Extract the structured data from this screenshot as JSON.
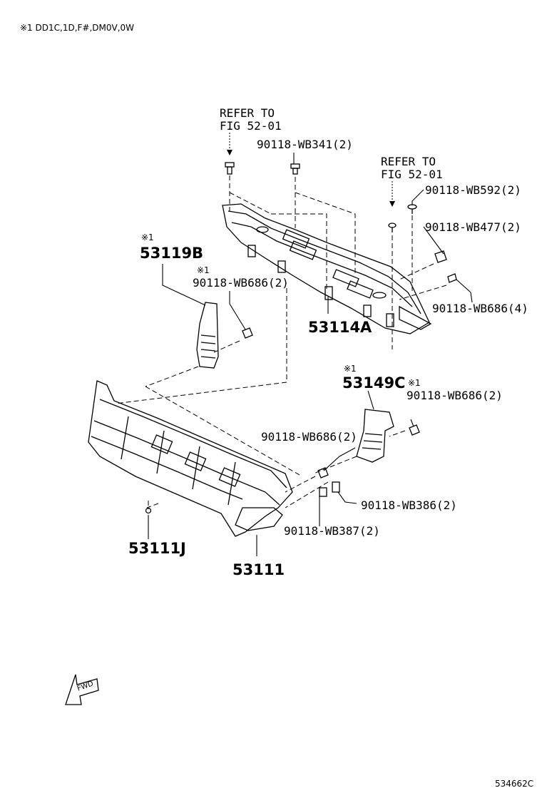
{
  "header_note": "※1 DD1C,1D,F#,DM0V,0W",
  "footer_code": "534662C",
  "fwd_label": "FWD",
  "note_mark": "※1",
  "labels": {
    "refer_left_1": "REFER TO",
    "refer_left_2": "FIG 52-01",
    "refer_right_1": "REFER TO",
    "refer_right_2": "FIG 52-01",
    "wb341": "90118-WB341(2)",
    "wb592": "90118-WB592(2)",
    "wb477": "90118-WB477(2)",
    "wb686_4": "90118-WB686(4)",
    "wb686_left": "90118-WB686(2)",
    "wb686_right": "90118-WB686(2)",
    "wb686_mid": "90118-WB686(2)",
    "wb386": "90118-WB386(2)",
    "wb387": "90118-WB387(2)"
  },
  "parts": {
    "p53119b": "53119B",
    "p53114a": "53114A",
    "p53149c": "53149C",
    "p53111j": "53111J",
    "p53111": "53111"
  }
}
